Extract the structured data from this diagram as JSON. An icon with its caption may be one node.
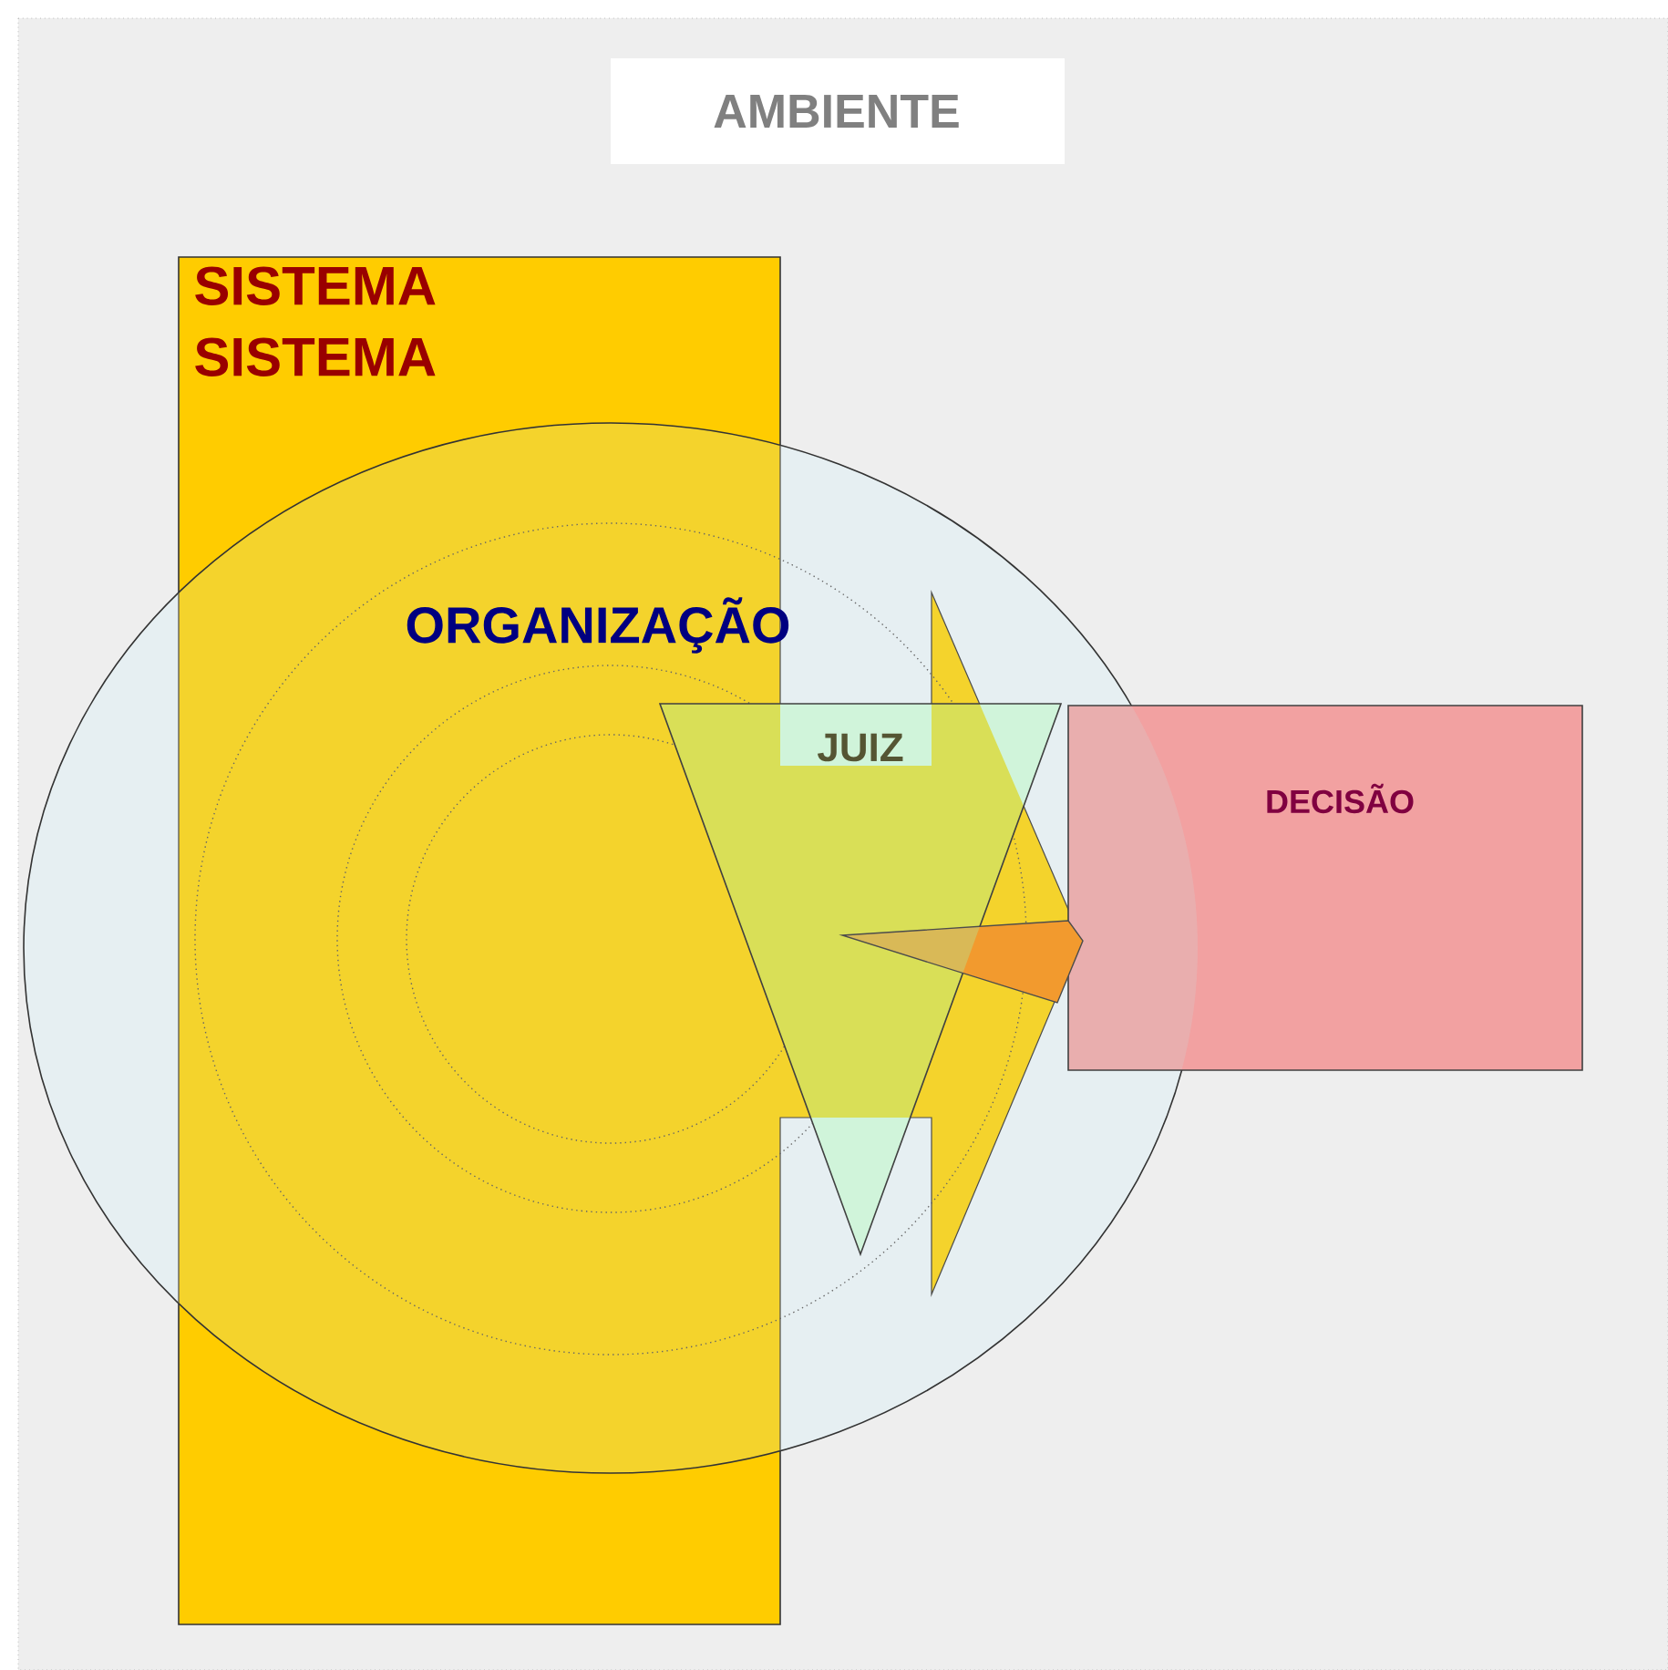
{
  "diagram": {
    "nodes": [
      {
        "text": [
          "AMBIENTE"
        ]
      },
      {
        "text": [
          "SISTEMA SISTEMA"
        ]
      },
      {
        "text": [
          "ORGANIZAÇÃO"
        ]
      },
      {
        "text": [
          "JUIZ"
        ]
      },
      {
        "text": [
          "DECISÃO"
        ]
      }
    ]
  }
}
